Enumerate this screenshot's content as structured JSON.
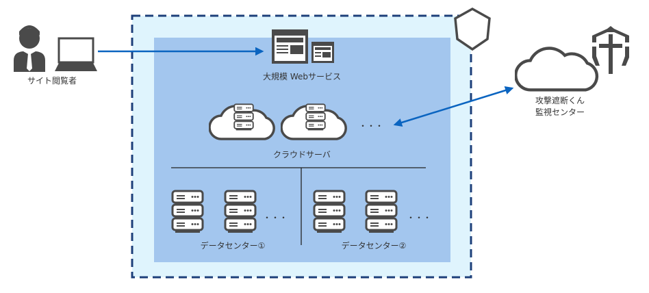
{
  "labels": {
    "site_viewer": "サイト閲覧者",
    "web_service": "大規模 Webサービス",
    "cloud_server": "クラウドサーバ",
    "datacenter_1": "データセンター①",
    "datacenter_2": "データセンター②",
    "monitor_line1": "攻撃遮断くん",
    "monitor_line2": "監視センター",
    "ellipsis": "・・・"
  },
  "colors": {
    "outer_fill": "#dff4fd",
    "outer_border": "#1d3f7a",
    "inner_fill": "#a3c6ee",
    "arrow": "#0a64c0",
    "icon": "#4a4a4a"
  }
}
